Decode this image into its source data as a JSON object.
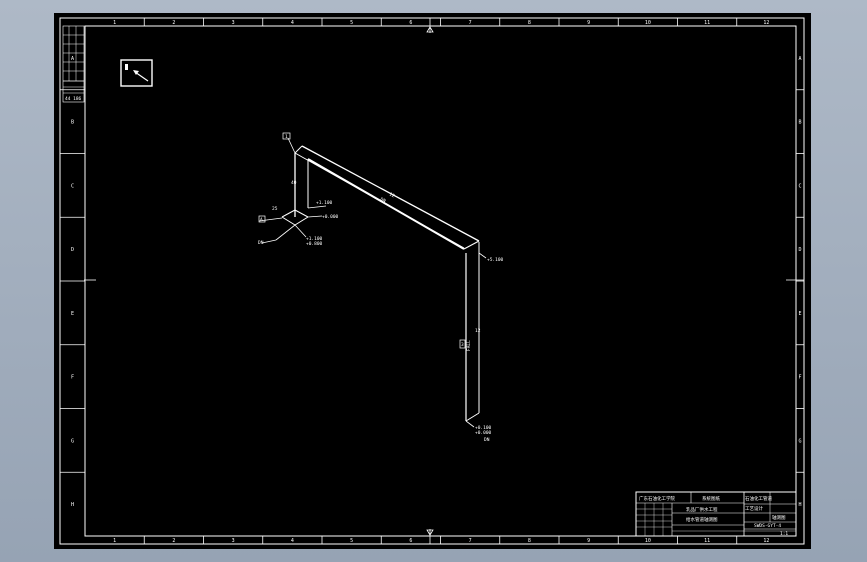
{
  "drawing": {
    "border_columns": [
      "1",
      "2",
      "3",
      "4",
      "5",
      "6",
      "7",
      "8",
      "9",
      "10",
      "11",
      "12"
    ],
    "border_rows": [
      "A",
      "B",
      "C",
      "D",
      "E",
      "F",
      "G",
      "H"
    ],
    "left_table_label": "44 186",
    "iso_labels": {
      "top_tag": "1",
      "top_dim": "40",
      "top_elev": "+1.100",
      "horizontal_dim": "12",
      "horizontal_size": "DN",
      "right_elev": "+5.100",
      "vertical_dim_left": "3",
      "vertical_dim_right": "12",
      "vertical_text": "FALL",
      "bottom_elev_1": "+0.100",
      "bottom_elev_2": "+0.000",
      "bottom_size": "DN",
      "small_tag": "A",
      "small_elev_1": "+1.100",
      "small_elev_2": "+0.800",
      "small_elev_3": "+0.000",
      "small_dim": "25",
      "small_size": "DN"
    },
    "title_block": {
      "company": "广东石油化工学院",
      "dept": "系统图纸",
      "drawing_title_1": "乳品厂供水工程",
      "drawing_title_2": "给水管道轴测图",
      "right_title_1": "石油化工管道",
      "right_title_2": "工艺设计",
      "right_title_3": "轴测图",
      "drawing_no": "SWDS-GYT-4",
      "scale_label": "1:1"
    }
  }
}
